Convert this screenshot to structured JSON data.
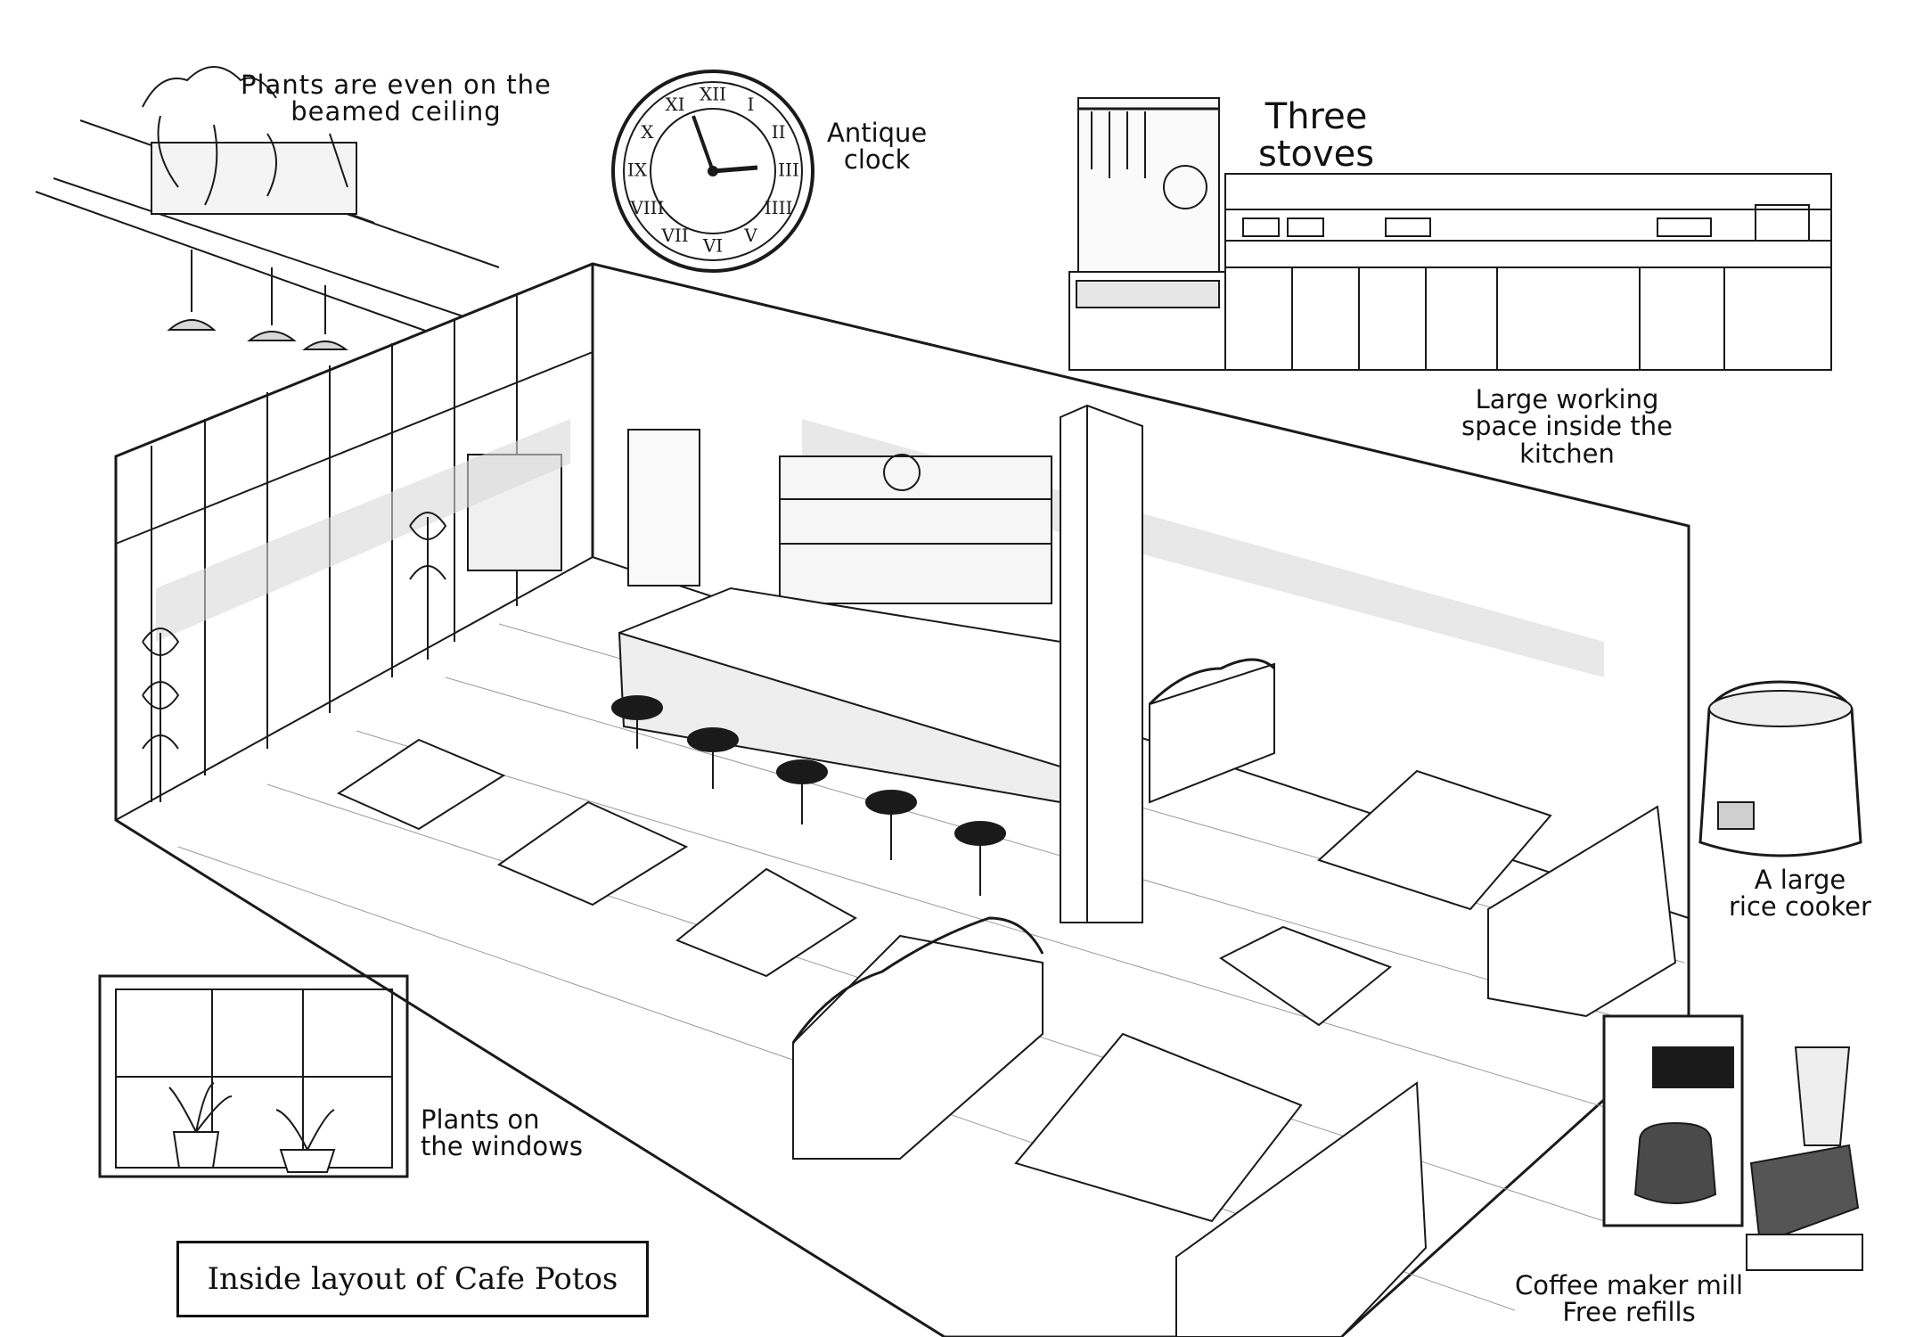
{
  "labels": {
    "beamed_ceiling": [
      "Plants are even on the",
      "beamed ceiling"
    ],
    "clock": [
      "Antique",
      "clock"
    ],
    "stoves": [
      "Three",
      "stoves"
    ],
    "kitchen": [
      "Large working",
      "space inside the",
      "kitchen"
    ],
    "rice_cooker": [
      "A large",
      "rice cooker"
    ],
    "windows": [
      "Plants on",
      "the windows"
    ],
    "coffee": [
      "Coffee maker mill",
      "Free refills"
    ]
  },
  "caption": "Inside layout of Cafe Potos",
  "clock_numerals": [
    "XII",
    "I",
    "II",
    "III",
    "IIII",
    "V",
    "VI",
    "VII",
    "VIII",
    "IX",
    "X",
    "XI"
  ]
}
